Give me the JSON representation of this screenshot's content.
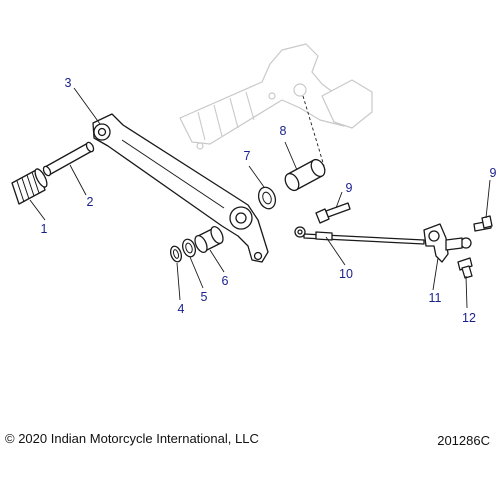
{
  "callouts": [
    {
      "label": "1"
    },
    {
      "label": "2"
    },
    {
      "label": "3"
    },
    {
      "label": "4"
    },
    {
      "label": "5"
    },
    {
      "label": "6"
    },
    {
      "label": "7"
    },
    {
      "label": "8"
    },
    {
      "label": "9"
    },
    {
      "label": "9"
    },
    {
      "label": "10"
    },
    {
      "label": "11"
    },
    {
      "label": "12"
    }
  ],
  "copyright": "© 2020 Indian Motorcycle International, LLC",
  "figure_number": "201286C",
  "colors": {
    "callout": "#1a1f8c",
    "line": "#1a1a1a",
    "ghost": "#c9c9c9"
  }
}
